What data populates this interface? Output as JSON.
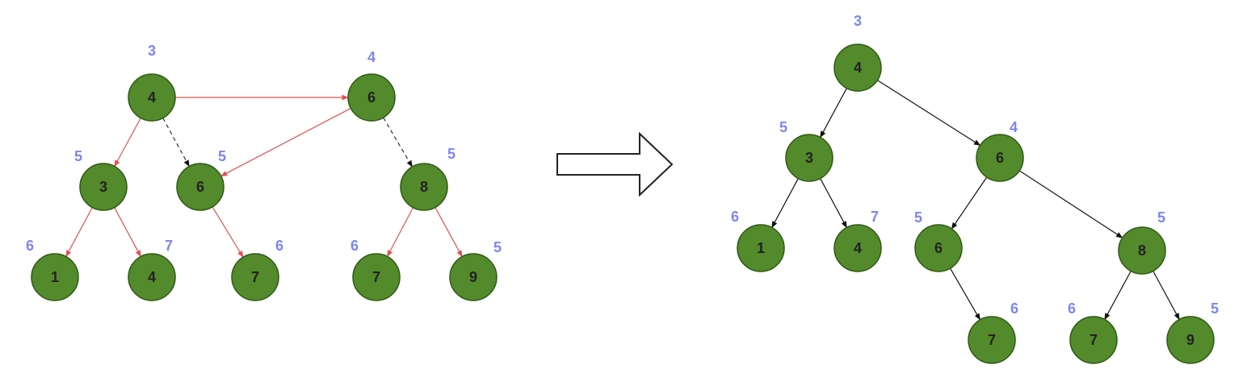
{
  "colors": {
    "node_fill": "#538a2c",
    "node_stroke": "#2f5a14",
    "label": "#7b86f0",
    "red_edge": "#e05252",
    "black_edge": "#111111"
  },
  "left_tree": {
    "nodes": [
      {
        "id": "L_root",
        "value": "4",
        "label": "3"
      },
      {
        "id": "L_a",
        "value": "6",
        "label": "4"
      },
      {
        "id": "L_b",
        "value": "3",
        "label": "5"
      },
      {
        "id": "L_c",
        "value": "6",
        "label": "5"
      },
      {
        "id": "L_d",
        "value": "8",
        "label": "5"
      },
      {
        "id": "L_e",
        "value": "1",
        "label": "6"
      },
      {
        "id": "L_f",
        "value": "4",
        "label": "7"
      },
      {
        "id": "L_g",
        "value": "7",
        "label": "6"
      },
      {
        "id": "L_h",
        "value": "7",
        "label": "6"
      },
      {
        "id": "L_i",
        "value": "9",
        "label": "5"
      }
    ],
    "edges": [
      {
        "from": "L_root",
        "to": "L_a",
        "style": "red"
      },
      {
        "from": "L_root",
        "to": "L_b",
        "style": "red"
      },
      {
        "from": "L_root",
        "to": "L_c",
        "style": "dashed"
      },
      {
        "from": "L_a",
        "to": "L_c",
        "style": "red"
      },
      {
        "from": "L_a",
        "to": "L_d",
        "style": "dashed"
      },
      {
        "from": "L_b",
        "to": "L_e",
        "style": "red"
      },
      {
        "from": "L_b",
        "to": "L_f",
        "style": "red"
      },
      {
        "from": "L_c",
        "to": "L_g",
        "style": "red"
      },
      {
        "from": "L_d",
        "to": "L_h",
        "style": "red"
      },
      {
        "from": "L_d",
        "to": "L_i",
        "style": "red"
      }
    ]
  },
  "right_tree": {
    "nodes": [
      {
        "id": "R_root",
        "value": "4",
        "label": "3"
      },
      {
        "id": "R_a",
        "value": "3",
        "label": "5"
      },
      {
        "id": "R_b",
        "value": "6",
        "label": "4"
      },
      {
        "id": "R_c",
        "value": "1",
        "label": "6"
      },
      {
        "id": "R_d",
        "value": "4",
        "label": "7"
      },
      {
        "id": "R_e",
        "value": "6",
        "label": "5"
      },
      {
        "id": "R_f",
        "value": "8",
        "label": "5"
      },
      {
        "id": "R_g",
        "value": "7",
        "label": "6"
      },
      {
        "id": "R_h",
        "value": "7",
        "label": "6"
      },
      {
        "id": "R_i",
        "value": "9",
        "label": "5"
      }
    ],
    "edges": [
      {
        "from": "R_root",
        "to": "R_a",
        "style": "black"
      },
      {
        "from": "R_root",
        "to": "R_b",
        "style": "black"
      },
      {
        "from": "R_a",
        "to": "R_c",
        "style": "black"
      },
      {
        "from": "R_a",
        "to": "R_d",
        "style": "black"
      },
      {
        "from": "R_b",
        "to": "R_e",
        "style": "black"
      },
      {
        "from": "R_b",
        "to": "R_f",
        "style": "black"
      },
      {
        "from": "R_e",
        "to": "R_g",
        "style": "black"
      },
      {
        "from": "R_f",
        "to": "R_h",
        "style": "black"
      },
      {
        "from": "R_f",
        "to": "R_i",
        "style": "black"
      }
    ]
  }
}
